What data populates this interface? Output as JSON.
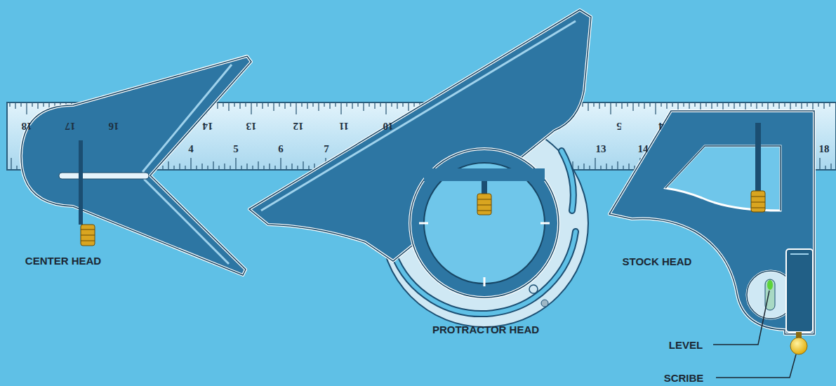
{
  "diagram": {
    "labels": [
      "18",
      "17",
      "16",
      "14",
      "13",
      "12",
      "11",
      "10",
      "5",
      "4",
      "4",
      "5",
      "6",
      "7",
      "13",
      "14",
      "18",
      "CENTER HEAD",
      "PROTRACTOR HEAD",
      "STOCK HEAD",
      "LEVEL",
      "SCRIBE"
    ]
  }
}
